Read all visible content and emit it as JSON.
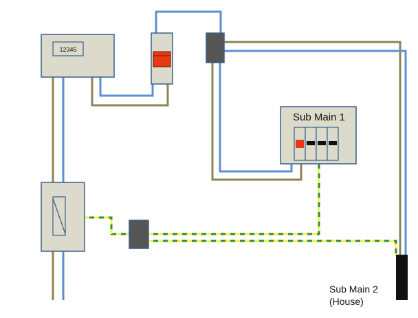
{
  "meter": {
    "reading": "12345"
  },
  "sub_main_1": {
    "label": "Sub Main 1"
  },
  "sub_main_2": {
    "label_line1": "Sub Main 2",
    "label_line2": "(House)"
  },
  "colors": {
    "neutral_blue": "#5b8fd4",
    "live_brown": "#8c8456",
    "earth_green": "#2e8b3e",
    "earth_yellow": "#f4f040",
    "box_fill": "#dcdacb",
    "box_stroke": "#3b5f8a",
    "junction_fill": "#555555",
    "breaker_red": "#e83a12",
    "sub_main_2_fill": "#111111"
  }
}
